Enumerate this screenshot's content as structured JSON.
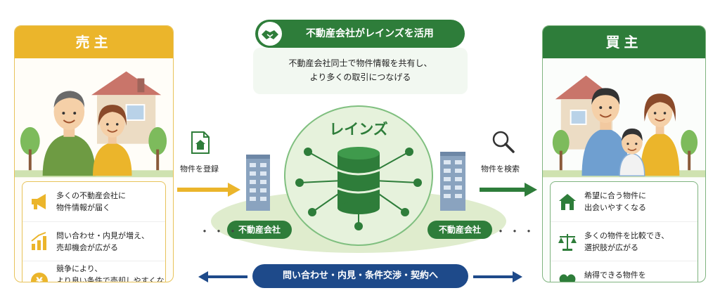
{
  "seller": {
    "title": "売主",
    "items": [
      {
        "text": "多くの不動産会社に\n物件情報が届く",
        "icon": "megaphone-icon"
      },
      {
        "text": "問い合わせ・内見が増え、\n売却機会が広がる",
        "icon": "bar-chart-up-icon"
      },
      {
        "text": "競争により、\nより良い条件で売却しやすくなる",
        "icon": "yen-coin-icon"
      }
    ]
  },
  "buyer": {
    "title": "買主",
    "items": [
      {
        "text": "希望に合う物件に\n出会いやすくなる",
        "icon": "house-icon"
      },
      {
        "text": "多くの物件を比較でき、\n選択肢が広がる",
        "icon": "balance-scale-icon"
      },
      {
        "text": "納得できる物件を\n見つけやすくなる",
        "icon": "heart-icon"
      }
    ]
  },
  "center": {
    "banner": "不動産会社がレインズを活用",
    "subtext": "不動産会社同士で物件情報を共有し、\nより多くの取引につなげる",
    "hub_title": "レインズ",
    "agent_left": "不動産会社",
    "agent_right": "不動産会社",
    "register_label": "物件を登録",
    "search_label": "物件を検索",
    "bottom_label": "問い合わせ・内見・条件交渉・契約へ",
    "dots": "・・・"
  },
  "colors": {
    "seller_accent": "#ebb52b",
    "buyer_accent": "#2e7d3a",
    "bottom_accent": "#1e4a8a"
  }
}
